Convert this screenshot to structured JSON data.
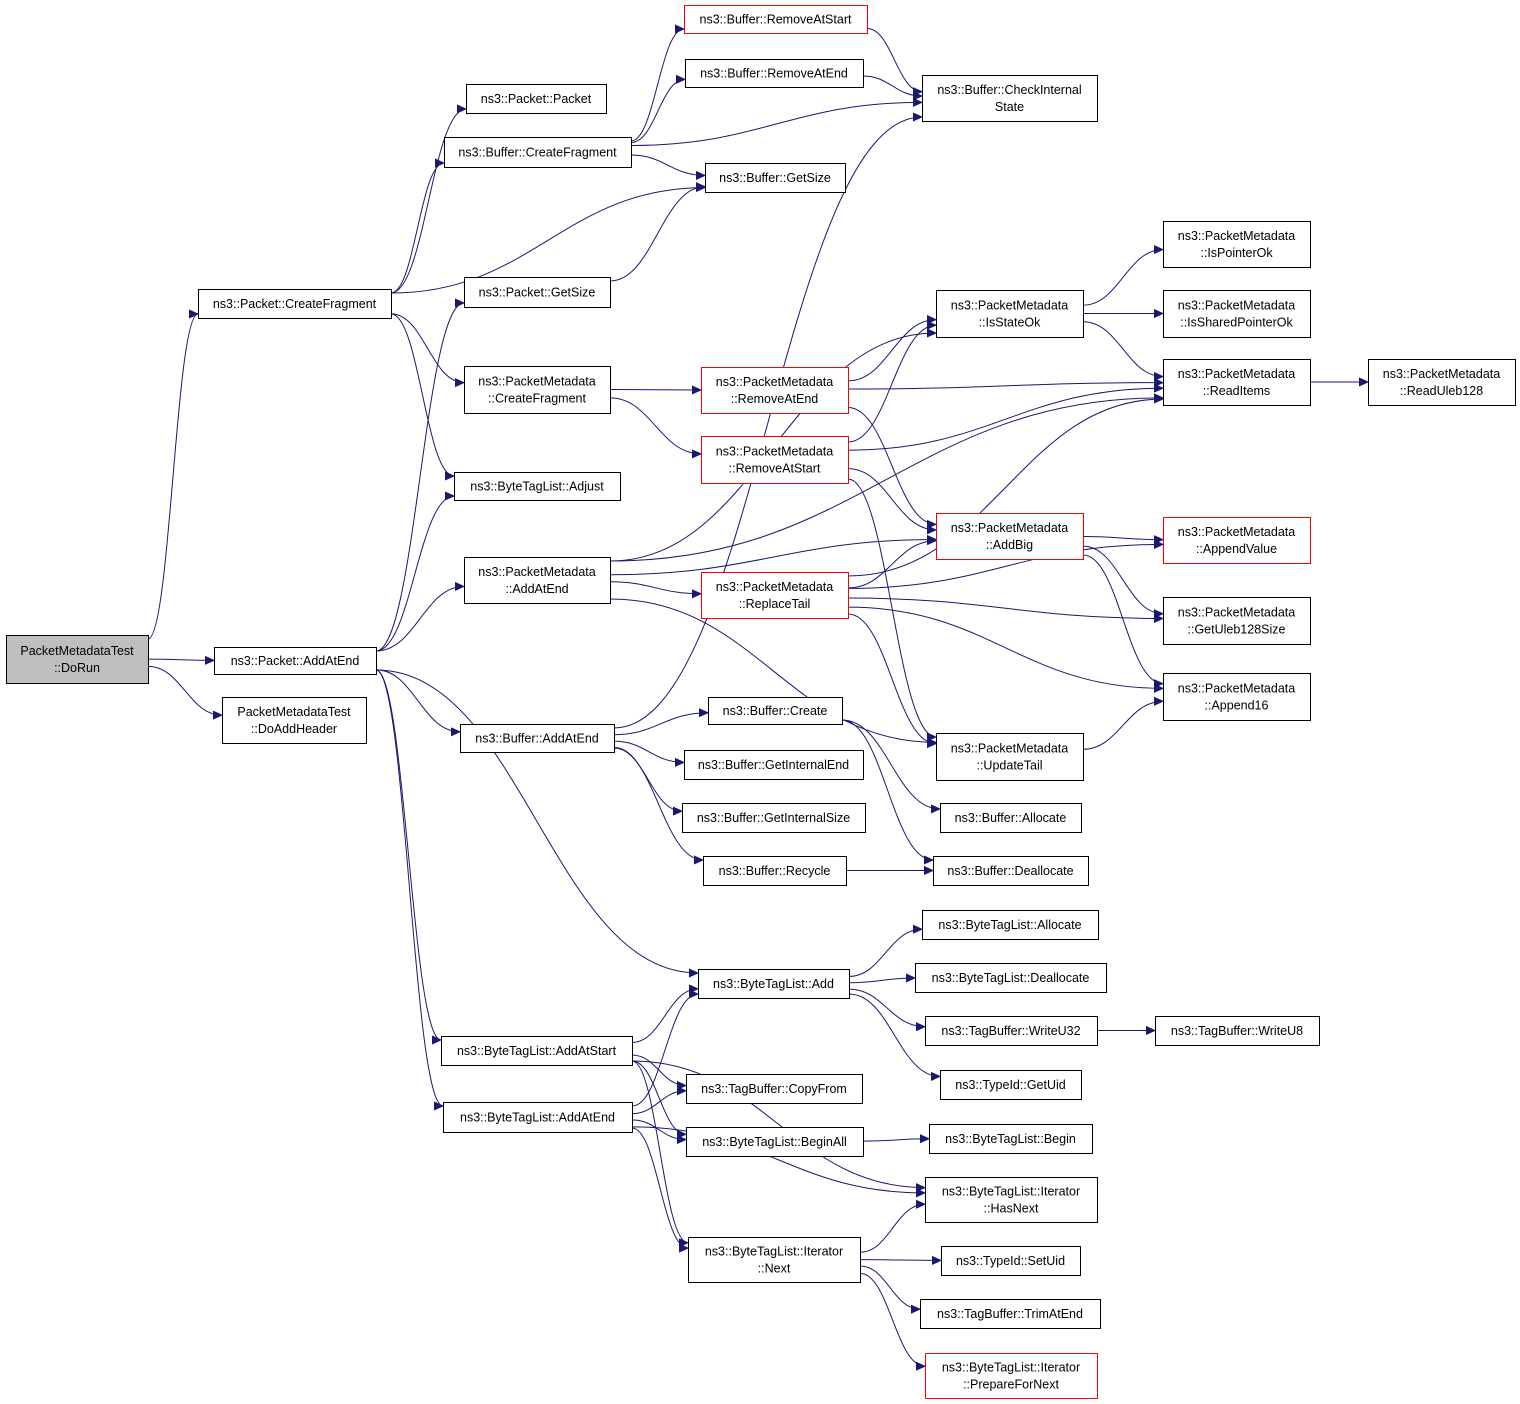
{
  "colors": {
    "edge": "#191970",
    "truncated_border": "#ff0000",
    "root_fill": "#bfbfbf"
  },
  "nodes": [
    {
      "id": "dorun",
      "lines": [
        "PacketMetadataTest",
        "::DoRun"
      ],
      "style": "root"
    },
    {
      "id": "pkt_addatend",
      "lines": [
        "ns3::Packet::AddAtEnd"
      ],
      "style": "normal"
    },
    {
      "id": "doaddheader",
      "lines": [
        "PacketMetadataTest",
        "::DoAddHeader"
      ],
      "style": "normal"
    },
    {
      "id": "pkt_createfragment",
      "lines": [
        "ns3::Packet::CreateFragment"
      ],
      "style": "normal"
    },
    {
      "id": "pkt_packet",
      "lines": [
        "ns3::Packet::Packet"
      ],
      "style": "normal"
    },
    {
      "id": "buf_createfragment",
      "lines": [
        "ns3::Buffer::CreateFragment"
      ],
      "style": "normal"
    },
    {
      "id": "pkt_getsize",
      "lines": [
        "ns3::Packet::GetSize"
      ],
      "style": "normal"
    },
    {
      "id": "pm_createfragment",
      "lines": [
        "ns3::PacketMetadata",
        "::CreateFragment"
      ],
      "style": "normal"
    },
    {
      "id": "btl_adjust",
      "lines": [
        "ns3::ByteTagList::Adjust"
      ],
      "style": "normal"
    },
    {
      "id": "pm_addatend",
      "lines": [
        "ns3::PacketMetadata",
        "::AddAtEnd"
      ],
      "style": "normal"
    },
    {
      "id": "buf_addatend",
      "lines": [
        "ns3::Buffer::AddAtEnd"
      ],
      "style": "normal"
    },
    {
      "id": "btl_addatstart",
      "lines": [
        "ns3::ByteTagList::AddAtStart"
      ],
      "style": "normal"
    },
    {
      "id": "btl_addatend",
      "lines": [
        "ns3::ByteTagList::AddAtEnd"
      ],
      "style": "normal"
    },
    {
      "id": "buf_removeatstart",
      "lines": [
        "ns3::Buffer::RemoveAtStart"
      ],
      "style": "truncated"
    },
    {
      "id": "buf_removeatend",
      "lines": [
        "ns3::Buffer::RemoveAtEnd"
      ],
      "style": "normal"
    },
    {
      "id": "buf_getsize",
      "lines": [
        "ns3::Buffer::GetSize"
      ],
      "style": "normal"
    },
    {
      "id": "pm_removeatend",
      "lines": [
        "ns3::PacketMetadata",
        "::RemoveAtEnd"
      ],
      "style": "truncated"
    },
    {
      "id": "pm_removeatstart",
      "lines": [
        "ns3::PacketMetadata",
        "::RemoveAtStart"
      ],
      "style": "truncated"
    },
    {
      "id": "pm_replacetail",
      "lines": [
        "ns3::PacketMetadata",
        "::ReplaceTail"
      ],
      "style": "truncated"
    },
    {
      "id": "buf_create",
      "lines": [
        "ns3::Buffer::Create"
      ],
      "style": "normal"
    },
    {
      "id": "buf_getinternalend",
      "lines": [
        "ns3::Buffer::GetInternalEnd"
      ],
      "style": "normal"
    },
    {
      "id": "buf_getinternalsize",
      "lines": [
        "ns3::Buffer::GetInternalSize"
      ],
      "style": "normal"
    },
    {
      "id": "buf_recycle",
      "lines": [
        "ns3::Buffer::Recycle"
      ],
      "style": "normal"
    },
    {
      "id": "btl_add",
      "lines": [
        "ns3::ByteTagList::Add"
      ],
      "style": "normal"
    },
    {
      "id": "tb_copyfrom",
      "lines": [
        "ns3::TagBuffer::CopyFrom"
      ],
      "style": "normal"
    },
    {
      "id": "btl_beginall",
      "lines": [
        "ns3::ByteTagList::BeginAll"
      ],
      "style": "normal"
    },
    {
      "id": "btli_next",
      "lines": [
        "ns3::ByteTagList::Iterator",
        "::Next"
      ],
      "style": "normal"
    },
    {
      "id": "buf_checkinternal",
      "lines": [
        "ns3::Buffer::CheckInternal",
        "State"
      ],
      "style": "normal"
    },
    {
      "id": "pm_isstateok",
      "lines": [
        "ns3::PacketMetadata",
        "::IsStateOk"
      ],
      "style": "normal"
    },
    {
      "id": "pm_addbig",
      "lines": [
        "ns3::PacketMetadata",
        "::AddBig"
      ],
      "style": "truncated"
    },
    {
      "id": "pm_updatetail",
      "lines": [
        "ns3::PacketMetadata",
        "::UpdateTail"
      ],
      "style": "normal"
    },
    {
      "id": "buf_allocate",
      "lines": [
        "ns3::Buffer::Allocate"
      ],
      "style": "normal"
    },
    {
      "id": "buf_deallocate",
      "lines": [
        "ns3::Buffer::Deallocate"
      ],
      "style": "normal"
    },
    {
      "id": "btl_allocate",
      "lines": [
        "ns3::ByteTagList::Allocate"
      ],
      "style": "normal"
    },
    {
      "id": "btl_deallocate",
      "lines": [
        "ns3::ByteTagList::Deallocate"
      ],
      "style": "normal"
    },
    {
      "id": "tb_writeu32",
      "lines": [
        "ns3::TagBuffer::WriteU32"
      ],
      "style": "normal"
    },
    {
      "id": "typeid_getuid",
      "lines": [
        "ns3::TypeId::GetUid"
      ],
      "style": "normal"
    },
    {
      "id": "btl_begin",
      "lines": [
        "ns3::ByteTagList::Begin"
      ],
      "style": "normal"
    },
    {
      "id": "btli_hasnext",
      "lines": [
        "ns3::ByteTagList::Iterator",
        "::HasNext"
      ],
      "style": "normal"
    },
    {
      "id": "typeid_setuid",
      "lines": [
        "ns3::TypeId::SetUid"
      ],
      "style": "normal"
    },
    {
      "id": "tb_trimatend",
      "lines": [
        "ns3::TagBuffer::TrimAtEnd"
      ],
      "style": "normal"
    },
    {
      "id": "btli_preparefornext",
      "lines": [
        "ns3::ByteTagList::Iterator",
        "::PrepareForNext"
      ],
      "style": "truncated"
    },
    {
      "id": "pm_ispointerok",
      "lines": [
        "ns3::PacketMetadata",
        "::IsPointerOk"
      ],
      "style": "normal"
    },
    {
      "id": "pm_issharedpointerok",
      "lines": [
        "ns3::PacketMetadata",
        "::IsSharedPointerOk"
      ],
      "style": "normal"
    },
    {
      "id": "pm_readitems",
      "lines": [
        "ns3::PacketMetadata",
        "::ReadItems"
      ],
      "style": "normal"
    },
    {
      "id": "pm_appendvalue",
      "lines": [
        "ns3::PacketMetadata",
        "::AppendValue"
      ],
      "style": "truncated"
    },
    {
      "id": "pm_getuleb128size",
      "lines": [
        "ns3::PacketMetadata",
        "::GetUleb128Size"
      ],
      "style": "normal"
    },
    {
      "id": "pm_append16",
      "lines": [
        "ns3::PacketMetadata",
        "::Append16"
      ],
      "style": "normal"
    },
    {
      "id": "tb_writeu8",
      "lines": [
        "ns3::TagBuffer::WriteU8"
      ],
      "style": "normal"
    },
    {
      "id": "pm_readuleb128",
      "lines": [
        "ns3::PacketMetadata",
        "::ReadUleb128"
      ],
      "style": "normal"
    }
  ],
  "edges": [
    [
      "dorun",
      "pkt_createfragment"
    ],
    [
      "dorun",
      "pkt_addatend"
    ],
    [
      "dorun",
      "doaddheader"
    ],
    [
      "pkt_createfragment",
      "pkt_packet"
    ],
    [
      "pkt_createfragment",
      "buf_createfragment"
    ],
    [
      "pkt_createfragment",
      "buf_getsize"
    ],
    [
      "pkt_createfragment",
      "pm_createfragment"
    ],
    [
      "pkt_createfragment",
      "btl_adjust"
    ],
    [
      "pkt_addatend",
      "pkt_getsize"
    ],
    [
      "pkt_addatend",
      "btl_adjust"
    ],
    [
      "pkt_addatend",
      "pm_addatend"
    ],
    [
      "pkt_addatend",
      "buf_addatend"
    ],
    [
      "pkt_addatend",
      "btl_add"
    ],
    [
      "pkt_addatend",
      "btl_addatstart"
    ],
    [
      "pkt_addatend",
      "btl_addatend"
    ],
    [
      "buf_createfragment",
      "buf_removeatstart"
    ],
    [
      "buf_createfragment",
      "buf_removeatend"
    ],
    [
      "buf_createfragment",
      "buf_checkinternal"
    ],
    [
      "buf_createfragment",
      "buf_getsize"
    ],
    [
      "pkt_getsize",
      "buf_getsize"
    ],
    [
      "buf_removeatstart",
      "buf_checkinternal"
    ],
    [
      "buf_removeatend",
      "buf_checkinternal"
    ],
    [
      "pm_createfragment",
      "pm_removeatend"
    ],
    [
      "pm_createfragment",
      "pm_removeatstart"
    ],
    [
      "pm_addatend",
      "pm_isstateok"
    ],
    [
      "pm_addatend",
      "pm_readitems"
    ],
    [
      "pm_addatend",
      "pm_addbig"
    ],
    [
      "pm_addatend",
      "pm_replacetail"
    ],
    [
      "pm_addatend",
      "pm_updatetail"
    ],
    [
      "buf_addatend",
      "buf_checkinternal"
    ],
    [
      "buf_addatend",
      "buf_create"
    ],
    [
      "buf_addatend",
      "buf_getinternalend"
    ],
    [
      "buf_addatend",
      "buf_getinternalsize"
    ],
    [
      "buf_addatend",
      "buf_recycle"
    ],
    [
      "pm_removeatend",
      "pm_isstateok"
    ],
    [
      "pm_removeatend",
      "pm_readitems"
    ],
    [
      "pm_removeatend",
      "pm_addbig"
    ],
    [
      "pm_removeatstart",
      "pm_isstateok"
    ],
    [
      "pm_removeatstart",
      "pm_readitems"
    ],
    [
      "pm_removeatstart",
      "pm_addbig"
    ],
    [
      "pm_removeatstart",
      "pm_updatetail"
    ],
    [
      "pm_replacetail",
      "pm_readitems"
    ],
    [
      "pm_replacetail",
      "pm_addbig"
    ],
    [
      "pm_replacetail",
      "pm_appendvalue"
    ],
    [
      "pm_replacetail",
      "pm_getuleb128size"
    ],
    [
      "pm_replacetail",
      "pm_append16"
    ],
    [
      "pm_replacetail",
      "pm_updatetail"
    ],
    [
      "pm_isstateok",
      "pm_ispointerok"
    ],
    [
      "pm_isstateok",
      "pm_issharedpointerok"
    ],
    [
      "pm_isstateok",
      "pm_readitems"
    ],
    [
      "pm_readitems",
      "pm_readuleb128"
    ],
    [
      "pm_addbig",
      "pm_appendvalue"
    ],
    [
      "pm_addbig",
      "pm_getuleb128size"
    ],
    [
      "pm_addbig",
      "pm_append16"
    ],
    [
      "pm_updatetail",
      "pm_append16"
    ],
    [
      "buf_create",
      "buf_allocate"
    ],
    [
      "buf_create",
      "buf_deallocate"
    ],
    [
      "buf_recycle",
      "buf_deallocate"
    ],
    [
      "btl_add",
      "btl_allocate"
    ],
    [
      "btl_add",
      "btl_deallocate"
    ],
    [
      "btl_add",
      "tb_writeu32"
    ],
    [
      "btl_add",
      "typeid_getuid"
    ],
    [
      "tb_writeu32",
      "tb_writeu8"
    ],
    [
      "btl_addatstart",
      "btl_add"
    ],
    [
      "btl_addatstart",
      "tb_copyfrom"
    ],
    [
      "btl_addatstart",
      "btl_beginall"
    ],
    [
      "btl_addatstart",
      "btli_hasnext"
    ],
    [
      "btl_addatstart",
      "btli_next"
    ],
    [
      "btl_addatend",
      "btl_add"
    ],
    [
      "btl_addatend",
      "tb_copyfrom"
    ],
    [
      "btl_addatend",
      "btl_beginall"
    ],
    [
      "btl_addatend",
      "btli_hasnext"
    ],
    [
      "btl_addatend",
      "btli_next"
    ],
    [
      "btl_beginall",
      "btl_begin"
    ],
    [
      "btli_next",
      "btli_hasnext"
    ],
    [
      "btli_next",
      "typeid_setuid"
    ],
    [
      "btli_next",
      "tb_trimatend"
    ],
    [
      "btli_next",
      "btli_preparefornext"
    ]
  ]
}
